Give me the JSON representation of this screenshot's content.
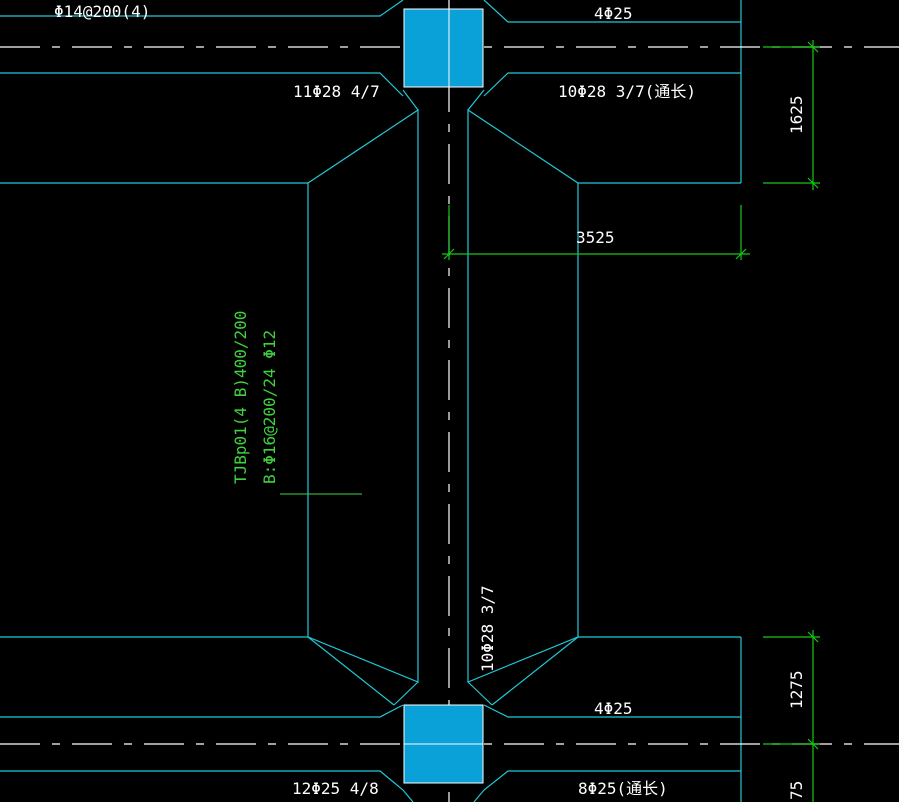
{
  "colors": {
    "background": "#000000",
    "beam_outline": "#20c8d8",
    "column_fill": "#0aa0d8",
    "dimension": "#16c816",
    "axis": "#ffffff",
    "text": "#ffffff",
    "label_green": "#3fd23f"
  },
  "annotations": {
    "top_left_stirrup": "Φ14@200(4)",
    "top_right_top_bars": "4Φ25",
    "top_left_support_bars": "11Φ28 4/7",
    "top_right_support_bars": "10Φ28 3/7(通长)",
    "beam_vertical_support": "10Φ28 3/7",
    "bottom_right_top_bars": "4Φ25",
    "bottom_left_support_bars": "12Φ25 4/8",
    "bottom_right_support_bars": "8Φ25(通长)"
  },
  "dimensions": {
    "right_top": "1625",
    "middle_horizontal": "3525",
    "right_bottom": "1275",
    "right_bottom_partial": "75"
  },
  "beam_label": {
    "line1": "TJBp01(4 B)400/200",
    "line2": "B:Φ16@200/24 Φ12"
  }
}
